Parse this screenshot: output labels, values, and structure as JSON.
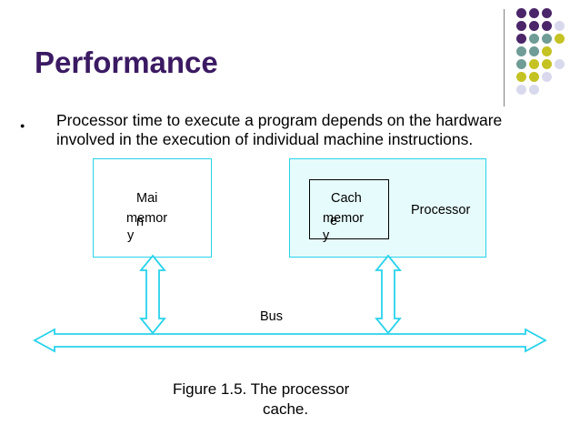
{
  "slide": {
    "title": "Performance",
    "bullet": "Processor time to execute a program depends on the hardware involved in the execution of individual machine instructions."
  },
  "decoration": {
    "dot_colors": {
      "purple": "#4a2569",
      "teal": "#6f9c96",
      "yellow": "#c5c224",
      "lavender": "#d9d9ee"
    },
    "dot_grid": [
      [
        "purple",
        "purple",
        "purple",
        null
      ],
      [
        "purple",
        "purple",
        "purple",
        "lavender"
      ],
      [
        "purple",
        "teal",
        "teal",
        "yellow"
      ],
      [
        "teal",
        "teal",
        "yellow",
        null
      ],
      [
        "teal",
        "yellow",
        "yellow",
        "lavender"
      ],
      [
        "yellow",
        "yellow",
        "lavender",
        null
      ],
      [
        "lavender",
        "lavender",
        null,
        null
      ]
    ]
  },
  "diagram": {
    "main_memory_line1": "Mai",
    "main_memory_line2a": "memor",
    "main_memory_line2b": "n",
    "main_memory_line3": "y",
    "cache_line1": "Cach",
    "cache_line2a": "memor",
    "cache_line2b": "e",
    "cache_line3": "y",
    "processor_label": "Processor",
    "bus_label": "Bus",
    "caption_line1": "Figure 1.5.  The processor",
    "caption_line2": "cache.",
    "colors": {
      "box_border": "#27d3ec",
      "processor_fill": "#e6fbfb",
      "arrow_border": "#27d3ec"
    }
  }
}
